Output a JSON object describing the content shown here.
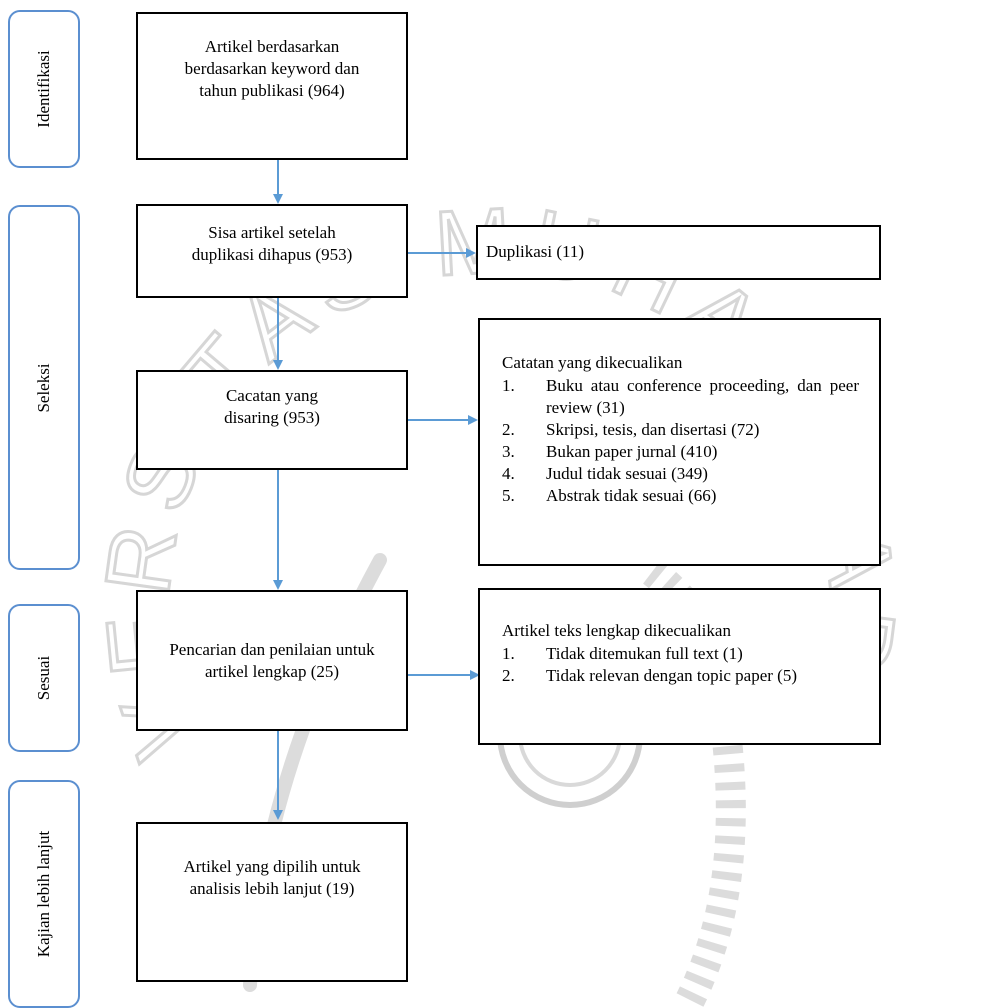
{
  "stages": {
    "identifikasi": "Identifikasi",
    "seleksi": "Seleksi",
    "sesuai": "Sesuai",
    "kajian": "Kajian lebih lanjut"
  },
  "boxes": {
    "identified": "Artikel berdasarkan berdasarkan keyword dan tahun publikasi (964)",
    "after_duplicates": "Sisa artikel setelah duplikasi dihapus (953)",
    "duplicates": "Duplikasi (11)",
    "screened": "Cacatan yang disaring (953)",
    "fulltext": "Pencarian dan penilaian untuk artikel lengkap (25)",
    "included": "Artikel yang dipilih untuk analisis lebih lanjut (19)"
  },
  "excluded_records": {
    "title": "Catatan yang dikecualikan",
    "items": [
      {
        "n": "1.",
        "text": "Buku atau conference proceeding, dan peer review (31)"
      },
      {
        "n": "2.",
        "text": "Skripsi, tesis, dan disertasi (72)"
      },
      {
        "n": "3.",
        "text": "Bukan paper jurnal (410)"
      },
      {
        "n": "4.",
        "text": "Judul tidak sesuai (349)"
      },
      {
        "n": "5.",
        "text": "Abstrak tidak sesuai (66)"
      }
    ]
  },
  "excluded_fulltext": {
    "title": "Artikel teks lengkap dikecualikan",
    "items": [
      {
        "n": "1.",
        "text": "Tidak ditemukan full text (1)"
      },
      {
        "n": "2.",
        "text": "Tidak relevan dengan topic paper (5)"
      }
    ]
  },
  "watermark": {
    "text": "UNIVERSITAS MUHAMMADIYAH"
  },
  "colors": {
    "arrow": "#5b9bd5",
    "stage_border": "#5b8fd0",
    "watermark": "#d9d9d9"
  }
}
